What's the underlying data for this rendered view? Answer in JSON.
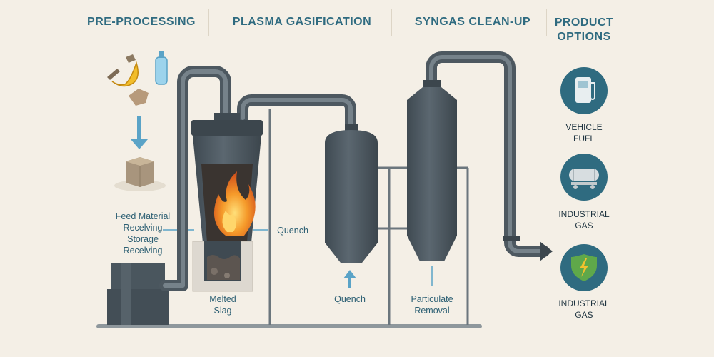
{
  "headings": {
    "preprocessing": "PRE-PROCESSING",
    "gasification": "PLASMA GASIFICATION",
    "cleanup": "SYNGAS CLEAN-UP",
    "products_line1": "PRODUCT",
    "products_line2": "OPTIONS"
  },
  "labels": {
    "feed_line1": "Feed Material",
    "feed_line2": "Recelving",
    "feed_line3": "Storage",
    "feed_line4": "Recelving",
    "quench_right": "Quench",
    "melted_line1": "Melted",
    "melted_line2": "Slag",
    "quench_bottom": "Quench",
    "particulate_line1": "Particulate",
    "particulate_line2": "Removal"
  },
  "products": [
    {
      "line1": "VEHICLE",
      "line2": "FUFL",
      "icon": "fuel-pump-icon"
    },
    {
      "line1": "INDUSTRIAL",
      "line2": "GAS",
      "icon": "gas-tank-car-icon"
    },
    {
      "line1": "INDUSTRIAL",
      "line2": "GAS",
      "icon": "lightning-shield-icon"
    }
  ],
  "colors": {
    "background": "#f4efe6",
    "heading": "#2f6b80",
    "pipe": "#5d6a72",
    "vessel": "#4a565e",
    "arrow": "#5aa3c7",
    "product_circle": "#2f6b80",
    "fire": "#f08a24"
  }
}
